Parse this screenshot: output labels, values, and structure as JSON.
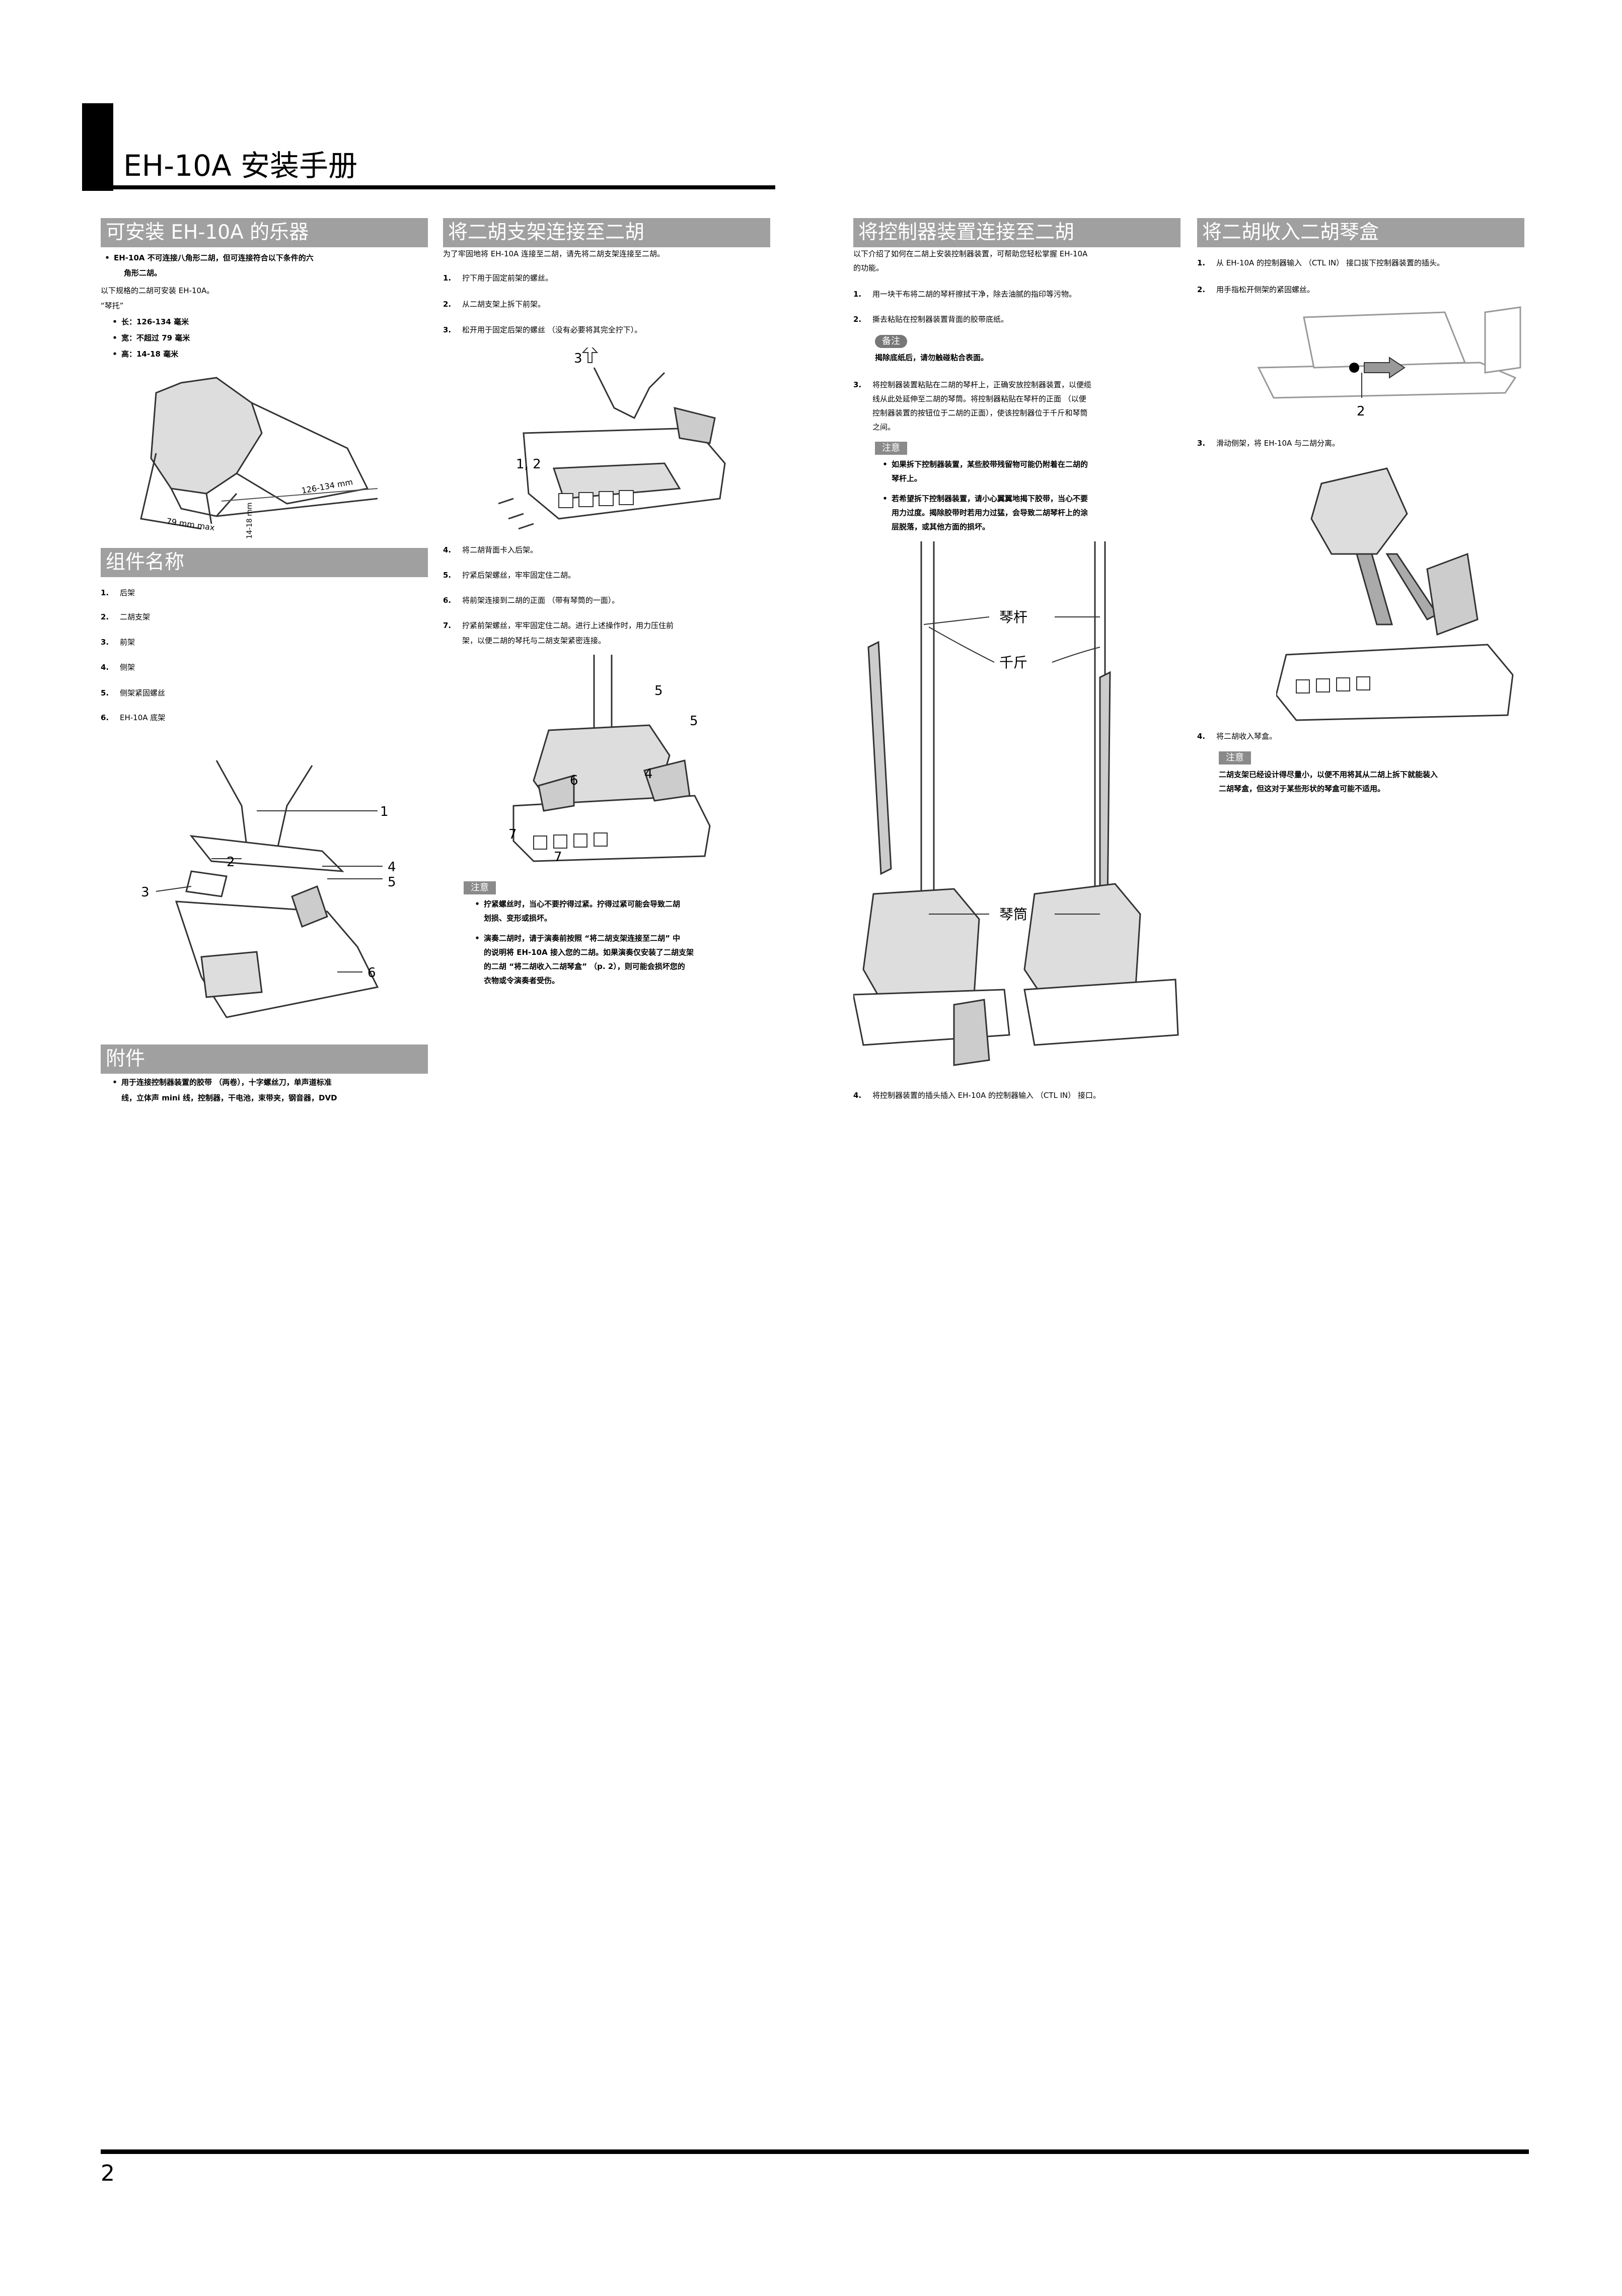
{
  "header": {
    "title": "EH-10A 安装手册"
  },
  "sections": {
    "compat": {
      "title": "可安装 EH-10A 的乐器",
      "note_bullet": "EH-10A 不可连接八角形二胡，但可连接符合以下条件的六",
      "note_bullet2": "角形二胡。",
      "intro": "以下规格的二胡可安装 EH-10A。",
      "sub": "“琴托”",
      "specs": [
        "长：126-134 毫米",
        "宽：不超过 79 毫米",
        "高：14-18 毫米"
      ],
      "fig_labels": {
        "len": "126-134 mm",
        "wid": "79 mm max",
        "hgt": "14-18 mm"
      }
    },
    "parts": {
      "title": "组件名称",
      "items": [
        "后架",
        "二胡支架",
        "前架",
        "侧架",
        "侧架紧固螺丝",
        "EH-10A 底架"
      ],
      "callouts": [
        "1",
        "2",
        "3",
        "4",
        "5",
        "6"
      ]
    },
    "accessories": {
      "title": "附件",
      "line1": "用于连接控制器装置的胶带 （两卷），十字螺丝刀，单声道标准",
      "line2": "线，立体声 mini 线，控制器，干电池，束带夹，钢音器，DVD"
    },
    "attach": {
      "title": "将二胡支架连接至二胡",
      "intro": "为了牢固地将 EH-10A 连接至二胡，请先将二胡支架连接至二胡。",
      "steps_a": [
        "拧下用于固定前架的螺丝。",
        "从二胡支架上拆下前架。",
        "松开用于固定后架的螺丝 （没有必要将其完全拧下）。"
      ],
      "steps_b": [
        "将二胡背面卡入后架。",
        "拧紧后架螺丝，牢牢固定住二胡。",
        "将前架连接到二胡的正面 （带有琴筒的一面）。",
        "拧紧前架螺丝，牢牢固定住二胡。进行上述操作时，用力压住前"
      ],
      "step7_cont": "架，以便二胡的琴托与二胡支架紧密连接。",
      "fig1_callouts": [
        "3",
        "1, 2"
      ],
      "fig2_callouts": [
        "5",
        "5",
        "6",
        "4",
        "7",
        "7"
      ],
      "caution_tag": "注意",
      "caution1": [
        "拧紧螺丝时，当心不要拧得过紧。拧得过紧可能会导致二胡",
        "划损、变形或损坏。"
      ],
      "caution2": [
        "演奏二胡时，请于演奏前按照 “将二胡支架连接至二胡” 中",
        "的说明将 EH-10A 接入您的二胡。如果演奏仅安装了二胡支架",
        "的二胡 “将二胡收入二胡琴盒” （p. 2），则可能会损坏您的",
        "衣物或令演奏者受伤。"
      ]
    },
    "controller": {
      "title": "将控制器装置连接至二胡",
      "intro": [
        "以下介绍了如何在二胡上安装控制器装置，可帮助您轻松掌握 EH-10A",
        "的功能。"
      ],
      "steps_a": [
        "用一块干布将二胡的琴杆擦拭干净，除去油腻的指印等污物。",
        "撕去粘贴在控制器装置背面的胶带底纸。"
      ],
      "note_tag": "备注",
      "note": "揭除底纸后，请勿触碰粘合表面。",
      "step3": [
        "将控制器装置粘贴在二胡的琴杆上，正确安放控制器装置，以便缆",
        "线从此处延伸至二胡的琴筒。将控制器粘贴在琴杆的正面 （以便",
        "控制器装置的按钮位于二胡的正面），使该控制器位于千斤和琴筒",
        "之间。"
      ],
      "caution_tag": "注意",
      "caution1": [
        "如果拆下控制器装置，某些胶带残留物可能仍附着在二胡的",
        "琴杆上。"
      ],
      "caution2": [
        "若希望拆下控制器装置，请小心翼翼地揭下胶带，当心不要",
        "用力过度。揭除胶带时若用力过猛，会导致二胡琴杆上的涂",
        "层脱落，或其他方面的损坏。"
      ],
      "fig_labels": [
        "琴杆",
        "千斤",
        "琴筒"
      ],
      "step4": "将控制器装置的插头插入 EH-10A 的控制器输入 （CTL IN） 接口。"
    },
    "storage": {
      "title": "将二胡收入二胡琴盒",
      "steps_a": [
        "从 EH-10A 的控制器输入 （CTL IN） 接口拔下控制器装置的插头。",
        "用手指松开侧架的紧固螺丝。"
      ],
      "fig1_callout": "2",
      "step3": "滑动侧架，将 EH-10A 与二胡分离。",
      "step4": "将二胡收入琴盒。",
      "caution_tag": "注意",
      "caution": [
        "二胡支架已经设计得尽量小，以便不用将其从二胡上拆下就能装入",
        "二胡琴盒，但这对于某些形状的琴盒可能不适用。"
      ]
    }
  },
  "footer": {
    "page_number": "2"
  }
}
